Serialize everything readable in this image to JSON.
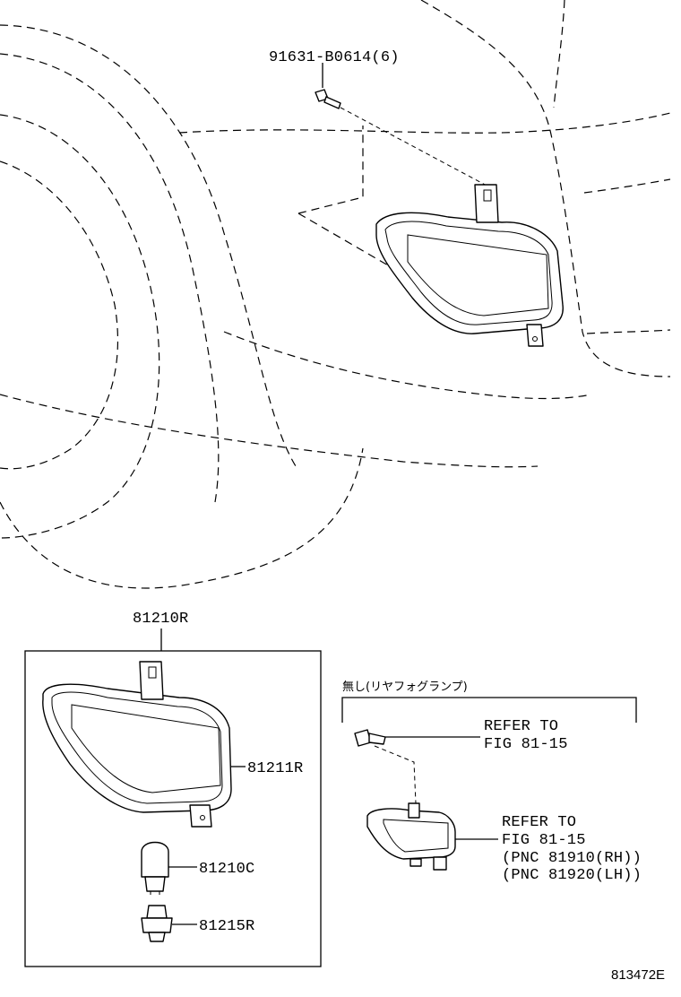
{
  "labels": {
    "bolt_top": "91631-B0614(6)",
    "assembly": "81210R",
    "lens_housing": "81211R",
    "bulb": "81210C",
    "socket": "81215R",
    "note_jp": "無し(リヤフォグランプ)",
    "refer_bolt_line1": "REFER TO",
    "refer_bolt_line2": "FIG 81-15",
    "refer_lamp_line1": "REFER TO",
    "refer_lamp_line2": "FIG 81-15",
    "refer_lamp_line3": "(PNC 81910(RH))",
    "refer_lamp_line4": "(PNC 81920(LH))",
    "figure_id": "813472E"
  }
}
